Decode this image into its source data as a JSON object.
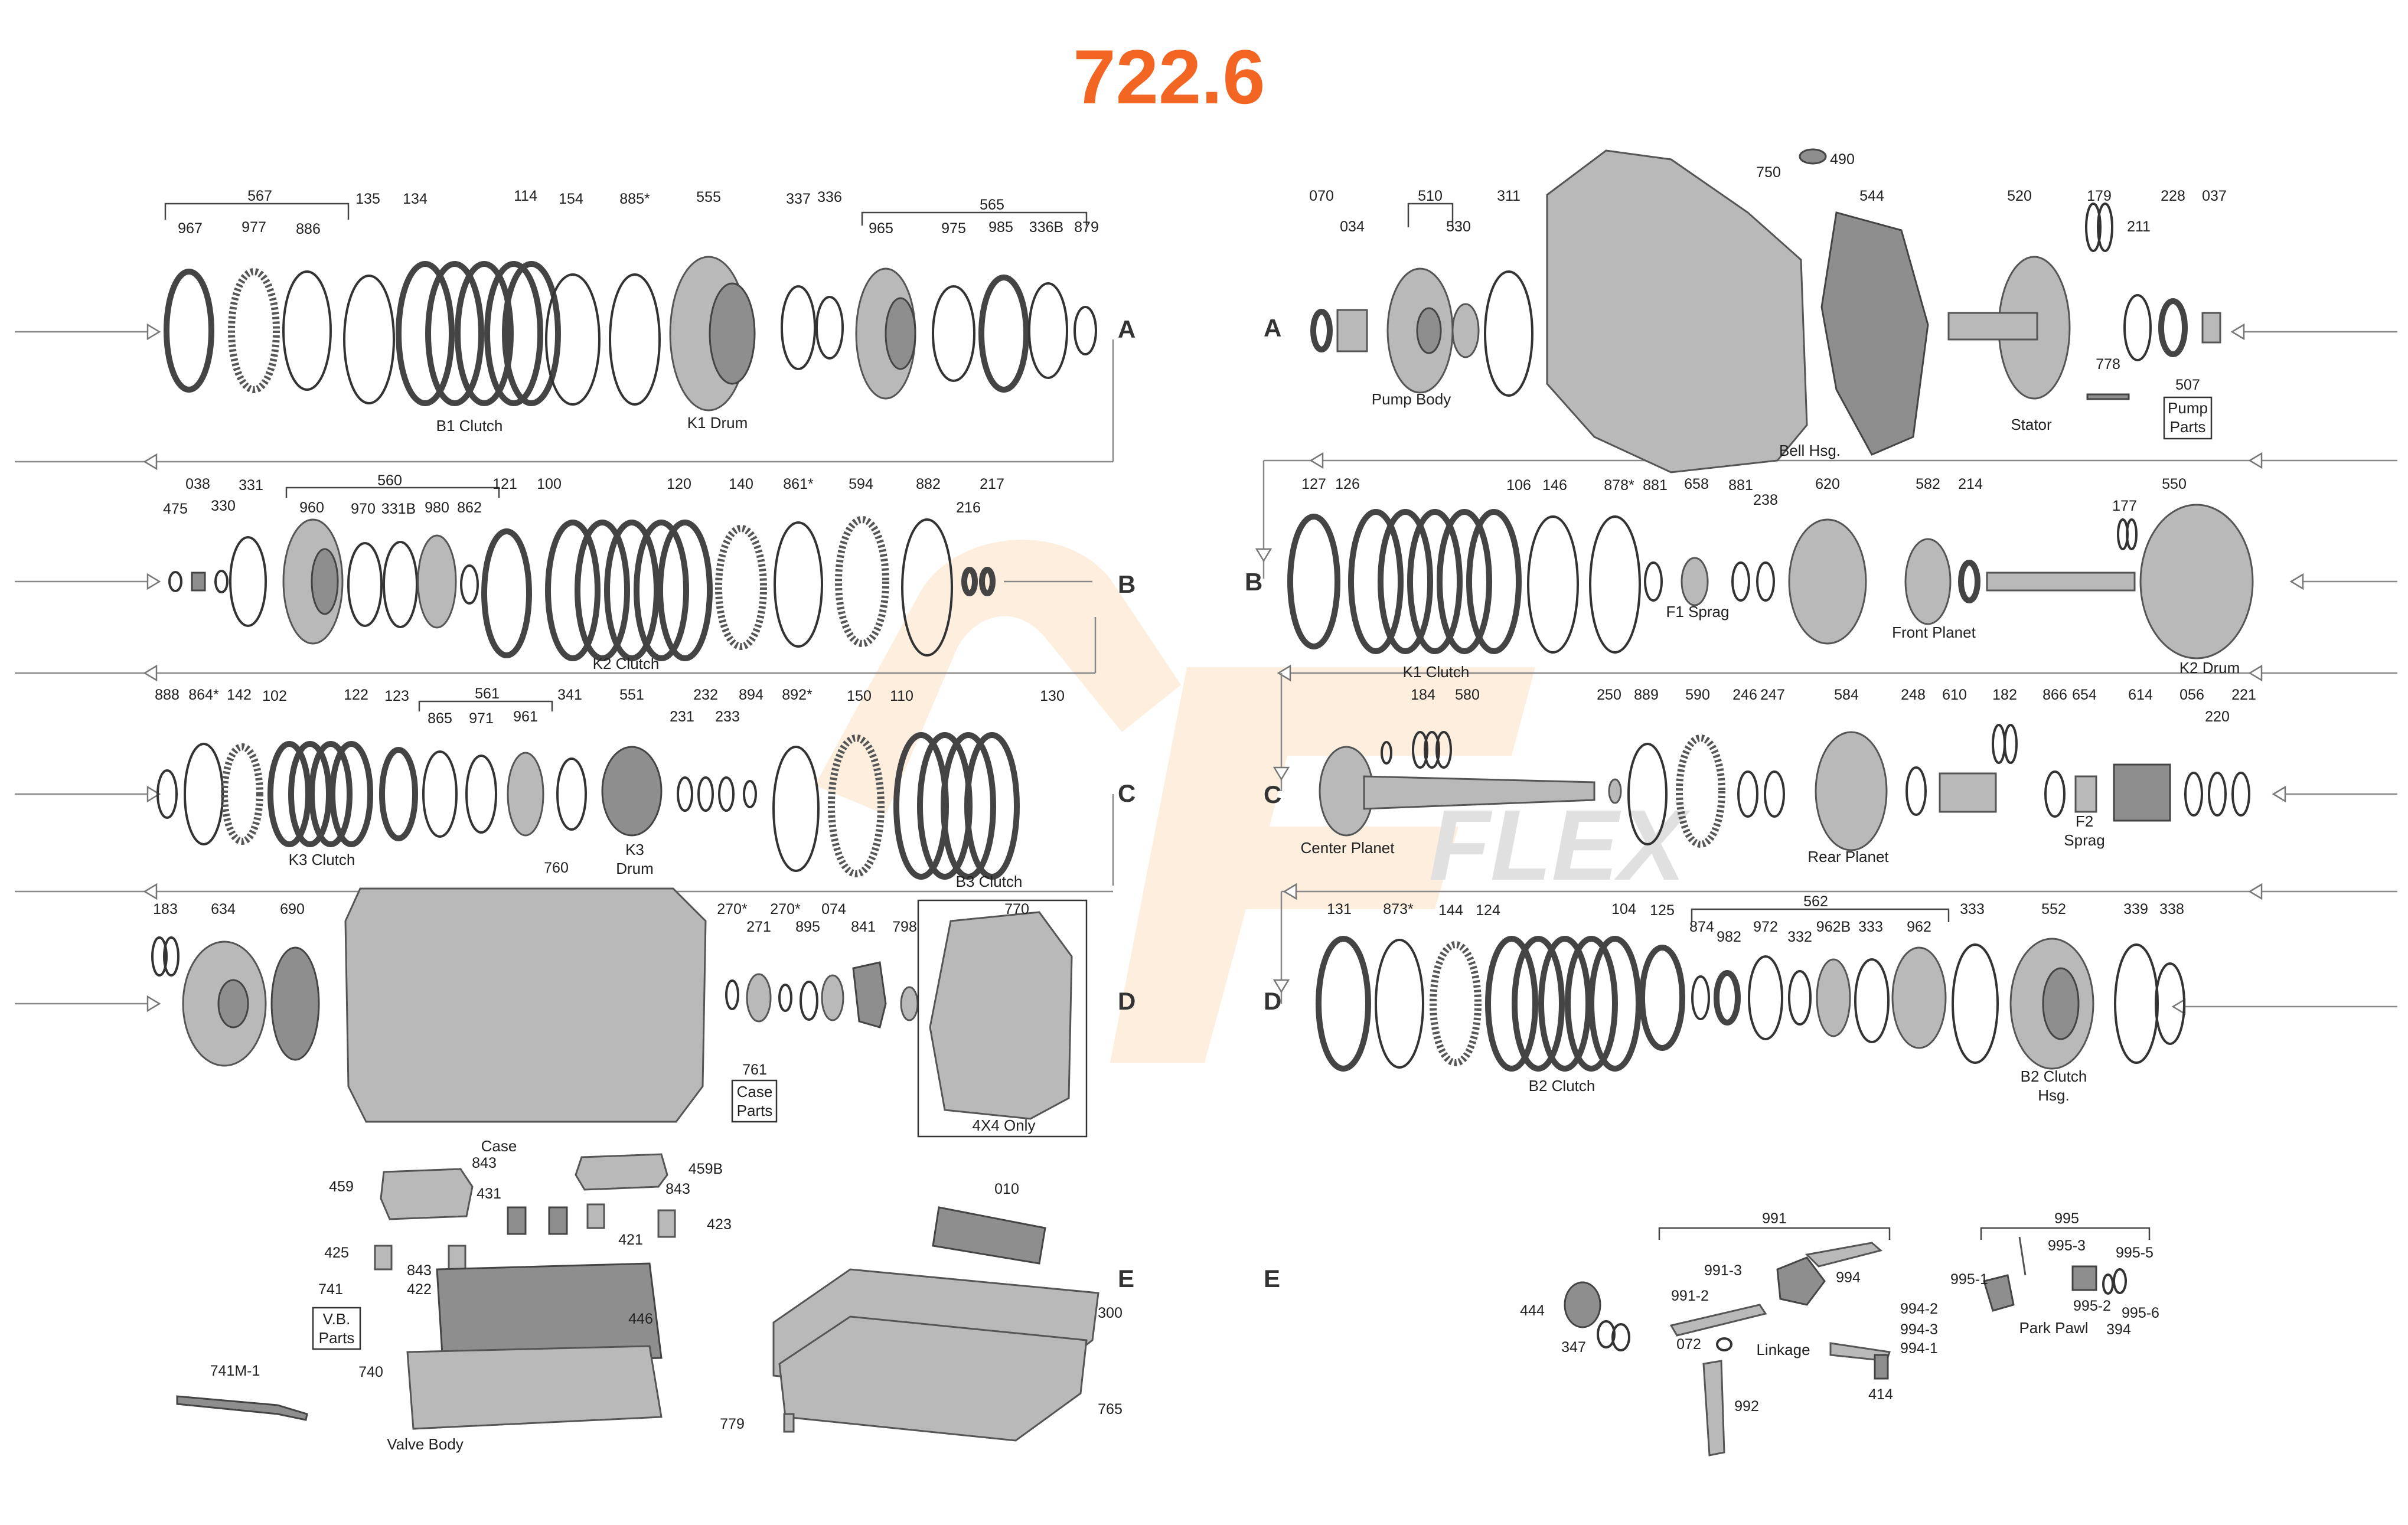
{
  "title": "722.6",
  "colors": {
    "title": "#f26522",
    "watermark": "#f7a046",
    "line": "#333333"
  },
  "row_letters": {
    "left": [
      "A",
      "B",
      "C",
      "D",
      "E"
    ],
    "right": [
      "A",
      "B",
      "C",
      "D",
      "E"
    ]
  },
  "parts": {
    "p567": "567",
    "p967": "967",
    "p977": "977",
    "p886": "886",
    "p135": "135",
    "p134": "134",
    "p114": "114",
    "p154": "154",
    "p885": "885*",
    "p555": "555",
    "p337": "337",
    "p336": "336",
    "p565": "565",
    "p965": "965",
    "p975": "975",
    "p985": "985",
    "p336b": "336B",
    "p879": "879",
    "p038": "038",
    "p475": "475",
    "p330": "330",
    "p331": "331",
    "p560": "560",
    "p960": "960",
    "p970": "970",
    "p331b": "331B",
    "p980": "980",
    "p862": "862",
    "p121": "121",
    "p100": "100",
    "p120": "120",
    "p140": "140",
    "p861": "861*",
    "p594": "594",
    "p882": "882",
    "p216": "216",
    "p217": "217",
    "p888": "888",
    "p864": "864*",
    "p142": "142",
    "p102": "102",
    "p122": "122",
    "p123": "123",
    "p561": "561",
    "p865": "865",
    "p971": "971",
    "p961": "961",
    "p341": "341",
    "p551": "551",
    "p231": "231",
    "p232": "232",
    "p233": "233",
    "p894": "894",
    "p892": "892*",
    "p150": "150",
    "p110": "110",
    "p130": "130",
    "p183": "183",
    "p634": "634",
    "p690": "690",
    "p760": "760",
    "p270a": "270*",
    "p271": "271",
    "p270b": "270*",
    "p895": "895",
    "p074": "074",
    "p841": "841",
    "p798": "798",
    "p770": "770",
    "p761": "761",
    "p459": "459",
    "p843a": "843",
    "p431": "431",
    "p459b": "459B",
    "p843b": "843",
    "p423": "423",
    "p421": "421",
    "p425": "425",
    "p843c": "843",
    "p422": "422",
    "p741": "741",
    "p446": "446",
    "p740": "740",
    "p741m": "741M-1",
    "p010": "010",
    "p300": "300",
    "p765": "765",
    "p779": "779",
    "p070": "070",
    "p510": "510",
    "p034": "034",
    "p530": "530",
    "p311": "311",
    "p750": "750",
    "p490": "490",
    "p544": "544",
    "p520": "520",
    "p179": "179",
    "p211": "211",
    "p228": "228",
    "p037": "037",
    "p778": "778",
    "p507": "507",
    "p127": "127",
    "p126": "126",
    "p106": "106",
    "p146": "146",
    "p878": "878*",
    "p881a": "881",
    "p658": "658",
    "p881b": "881",
    "p238": "238",
    "p620": "620",
    "p582": "582",
    "p214": "214",
    "p177": "177",
    "p550": "550",
    "p184": "184",
    "p580": "580",
    "p250": "250",
    "p889": "889",
    "p590": "590",
    "p246": "246",
    "p247": "247",
    "p584": "584",
    "p248": "248",
    "p610": "610",
    "p182": "182",
    "p866": "866",
    "p654": "654",
    "p614": "614",
    "p056": "056",
    "p220": "220",
    "p221": "221",
    "p131": "131",
    "p873": "873*",
    "p144": "144",
    "p124": "124",
    "p104": "104",
    "p125": "125",
    "p562": "562",
    "p874": "874",
    "p982": "982",
    "p972": "972",
    "p332": "332",
    "p962b": "962B",
    "p333a": "333",
    "p962": "962",
    "p333b": "333",
    "p552": "552",
    "p339": "339",
    "p338": "338",
    "p991": "991",
    "p991_3": "991-3",
    "p994": "994",
    "p991_2": "991-2",
    "p444": "444",
    "p347": "347",
    "p072": "072",
    "p994_2": "994-2",
    "p994_3": "994-3",
    "p994_1": "994-1",
    "p414": "414",
    "p992": "992",
    "p995": "995",
    "p995_3": "995-3",
    "p995_5": "995-5",
    "p995_1": "995-1",
    "p995_2": "995-2",
    "p394": "394",
    "p995_6": "995-6"
  },
  "captions": {
    "b1_clutch": "B1 Clutch",
    "k1_drum": "K1 Drum",
    "k2_clutch": "K2 Clutch",
    "k3_clutch": "K3 Clutch",
    "k3_drum_1": "K3",
    "k3_drum_2": "Drum",
    "b3_clutch": "B3 Clutch",
    "case": "Case",
    "case_parts_1": "Case",
    "case_parts_2": "Parts",
    "x4_only": "4X4 Only",
    "vb_parts_1": "V.B.",
    "vb_parts_2": "Parts",
    "valve_body": "Valve Body",
    "pump_body": "Pump Body",
    "bell_hsg": "Bell Hsg.",
    "stator": "Stator",
    "pump_parts_1": "Pump",
    "pump_parts_2": "Parts",
    "f1_sprag": "F1 Sprag",
    "front_planet": "Front Planet",
    "k1_clutch": "K1 Clutch",
    "k2_drum": "K2 Drum",
    "center_planet": "Center Planet",
    "rear_planet": "Rear Planet",
    "f2_sprag_1": "F2",
    "f2_sprag_2": "Sprag",
    "b2_clutch": "B2 Clutch",
    "b2_hsg_1": "B2 Clutch",
    "b2_hsg_2": "Hsg.",
    "linkage": "Linkage",
    "park_pawl": "Park Pawl"
  },
  "watermark": {
    "text": "FLEX"
  }
}
